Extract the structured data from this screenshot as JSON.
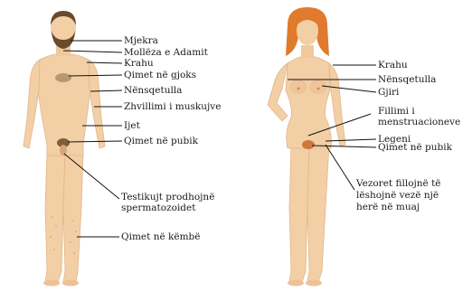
{
  "diagram": {
    "male_labels": {
      "beard": "Mjekra",
      "adams_apple": "Mollëza e Adamit",
      "shoulder": "Krahu",
      "chest_hair": "Qimet në gjoks",
      "armpit": "Nënsqetulla",
      "muscles": "Zhvillimi i muskujve",
      "fat": "Ijet",
      "pubic_hair": "Qimet në pubik",
      "testicles_line1": "Testikujt prodhojnë",
      "testicles_line2": "spermatozoidet",
      "leg_hair": "Qimet në këmbë"
    },
    "female_labels": {
      "shoulder": "Krahu",
      "armpit": "Nënsqetulla",
      "breast": "Gjiri",
      "menstruation_line1": "Fillimi i",
      "menstruation_line2": "menstruacioneve",
      "pelvis": "Legeni",
      "pubic_hair": "Qimet në pubik",
      "ovaries_line1": "Vezoret fillojnë të",
      "ovaries_line2": "lëshojnë vezë një",
      "ovaries_line3": "herë në muaj"
    },
    "colors": {
      "skin": "#f3cfa6",
      "skin_shadow": "#e2b68a",
      "male_hair": "#6a4a2c",
      "female_hair": "#e07a2c",
      "line": "#111111"
    }
  }
}
